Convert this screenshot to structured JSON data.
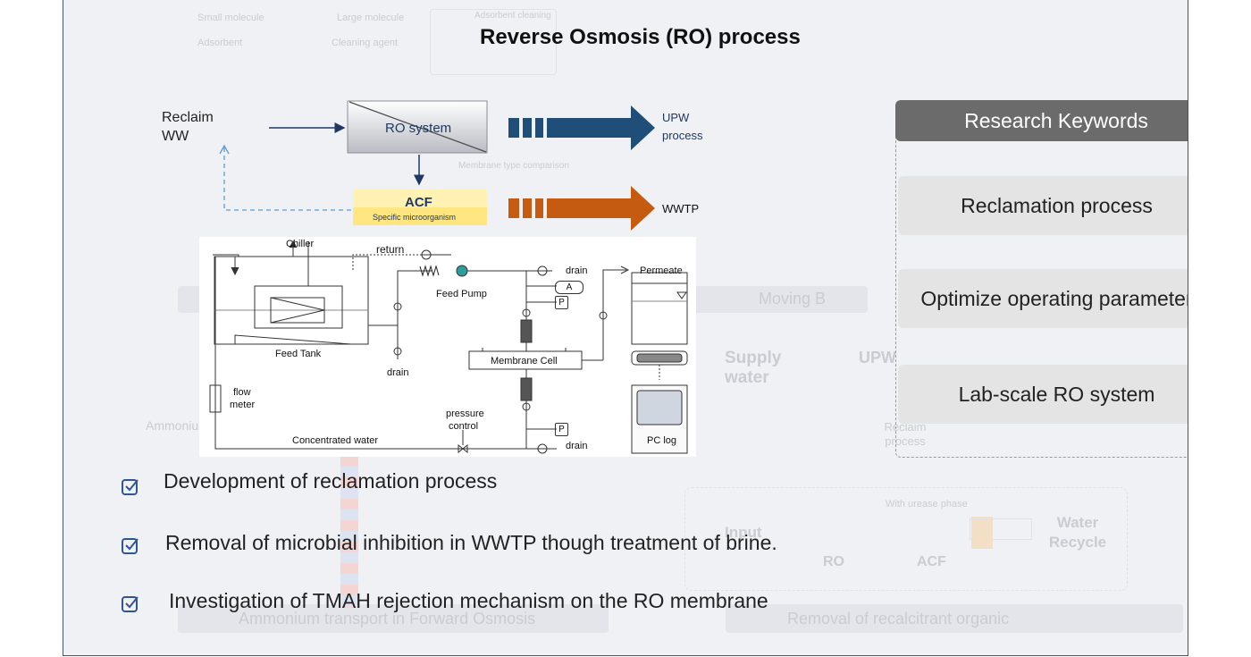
{
  "title": "Reverse Osmosis (RO) process",
  "flow": {
    "reclaim_ww_line1": "Reclaim",
    "reclaim_ww_line2": "WW",
    "ro_system": "RO  system",
    "acf": "ACF",
    "acf_sub": "Specific microorganism",
    "upw_line1": "UPW",
    "upw_line2": "process",
    "wwtp": "WWTP",
    "colors": {
      "upw_arrow": "#1f4e79",
      "wwtp_arrow": "#c55a11",
      "acf_box": "#ffe699"
    }
  },
  "schematic": {
    "chiller": "Chiller",
    "return": "return",
    "drain_top": "drain",
    "feed_pump": "Feed Pump",
    "permeate": "Permeate",
    "valve_a": "A",
    "gauge_p_top": "P",
    "feed_tank": "Feed Tank",
    "drain_tank": "drain",
    "membrane_cell": "Membrane Cell",
    "flow_meter_line1": "flow",
    "flow_meter_line2": "meter",
    "pressure_control_line1": "pressure",
    "pressure_control_line2": "control",
    "gauge_p_bottom": "P",
    "concentrated_water": "Concentrated water",
    "drain_bottom": "drain",
    "pc_log": "PC log"
  },
  "keywords": {
    "header": "Research Keywords",
    "items": [
      "Reclamation process",
      "Optimize operating parameter",
      "Lab-scale RO system"
    ]
  },
  "bullets": [
    "Development of reclamation process",
    "Removal of microbial inhibition in WWTP though treatment of brine.",
    "Investigation of TMAH rejection mechanism on the RO membrane"
  ],
  "background_ghost": {
    "small_molecule": "Small molecule",
    "large_molecule": "Large molecule",
    "adsorbent": "Adsorbent",
    "cleaning_agent": "Cleaning agent",
    "adsorbent_cleaning": "Adsorbent cleaning",
    "membrane_type": "Membrane type comparison",
    "moving": "Moving B",
    "supply_water": "Supply water",
    "upw": "UPW",
    "reclaim_process": "Reclaim process",
    "ammonium": "Ammoniu",
    "ammonium_fo": "Ammonium transport in Forward Osmosis",
    "recalcitrant": "Removal of recalcitrant organic",
    "input": "Input",
    "ro": "RO",
    "acf": "ACF",
    "water_recycle": "Water Recycle",
    "urease": "With urease phase"
  }
}
